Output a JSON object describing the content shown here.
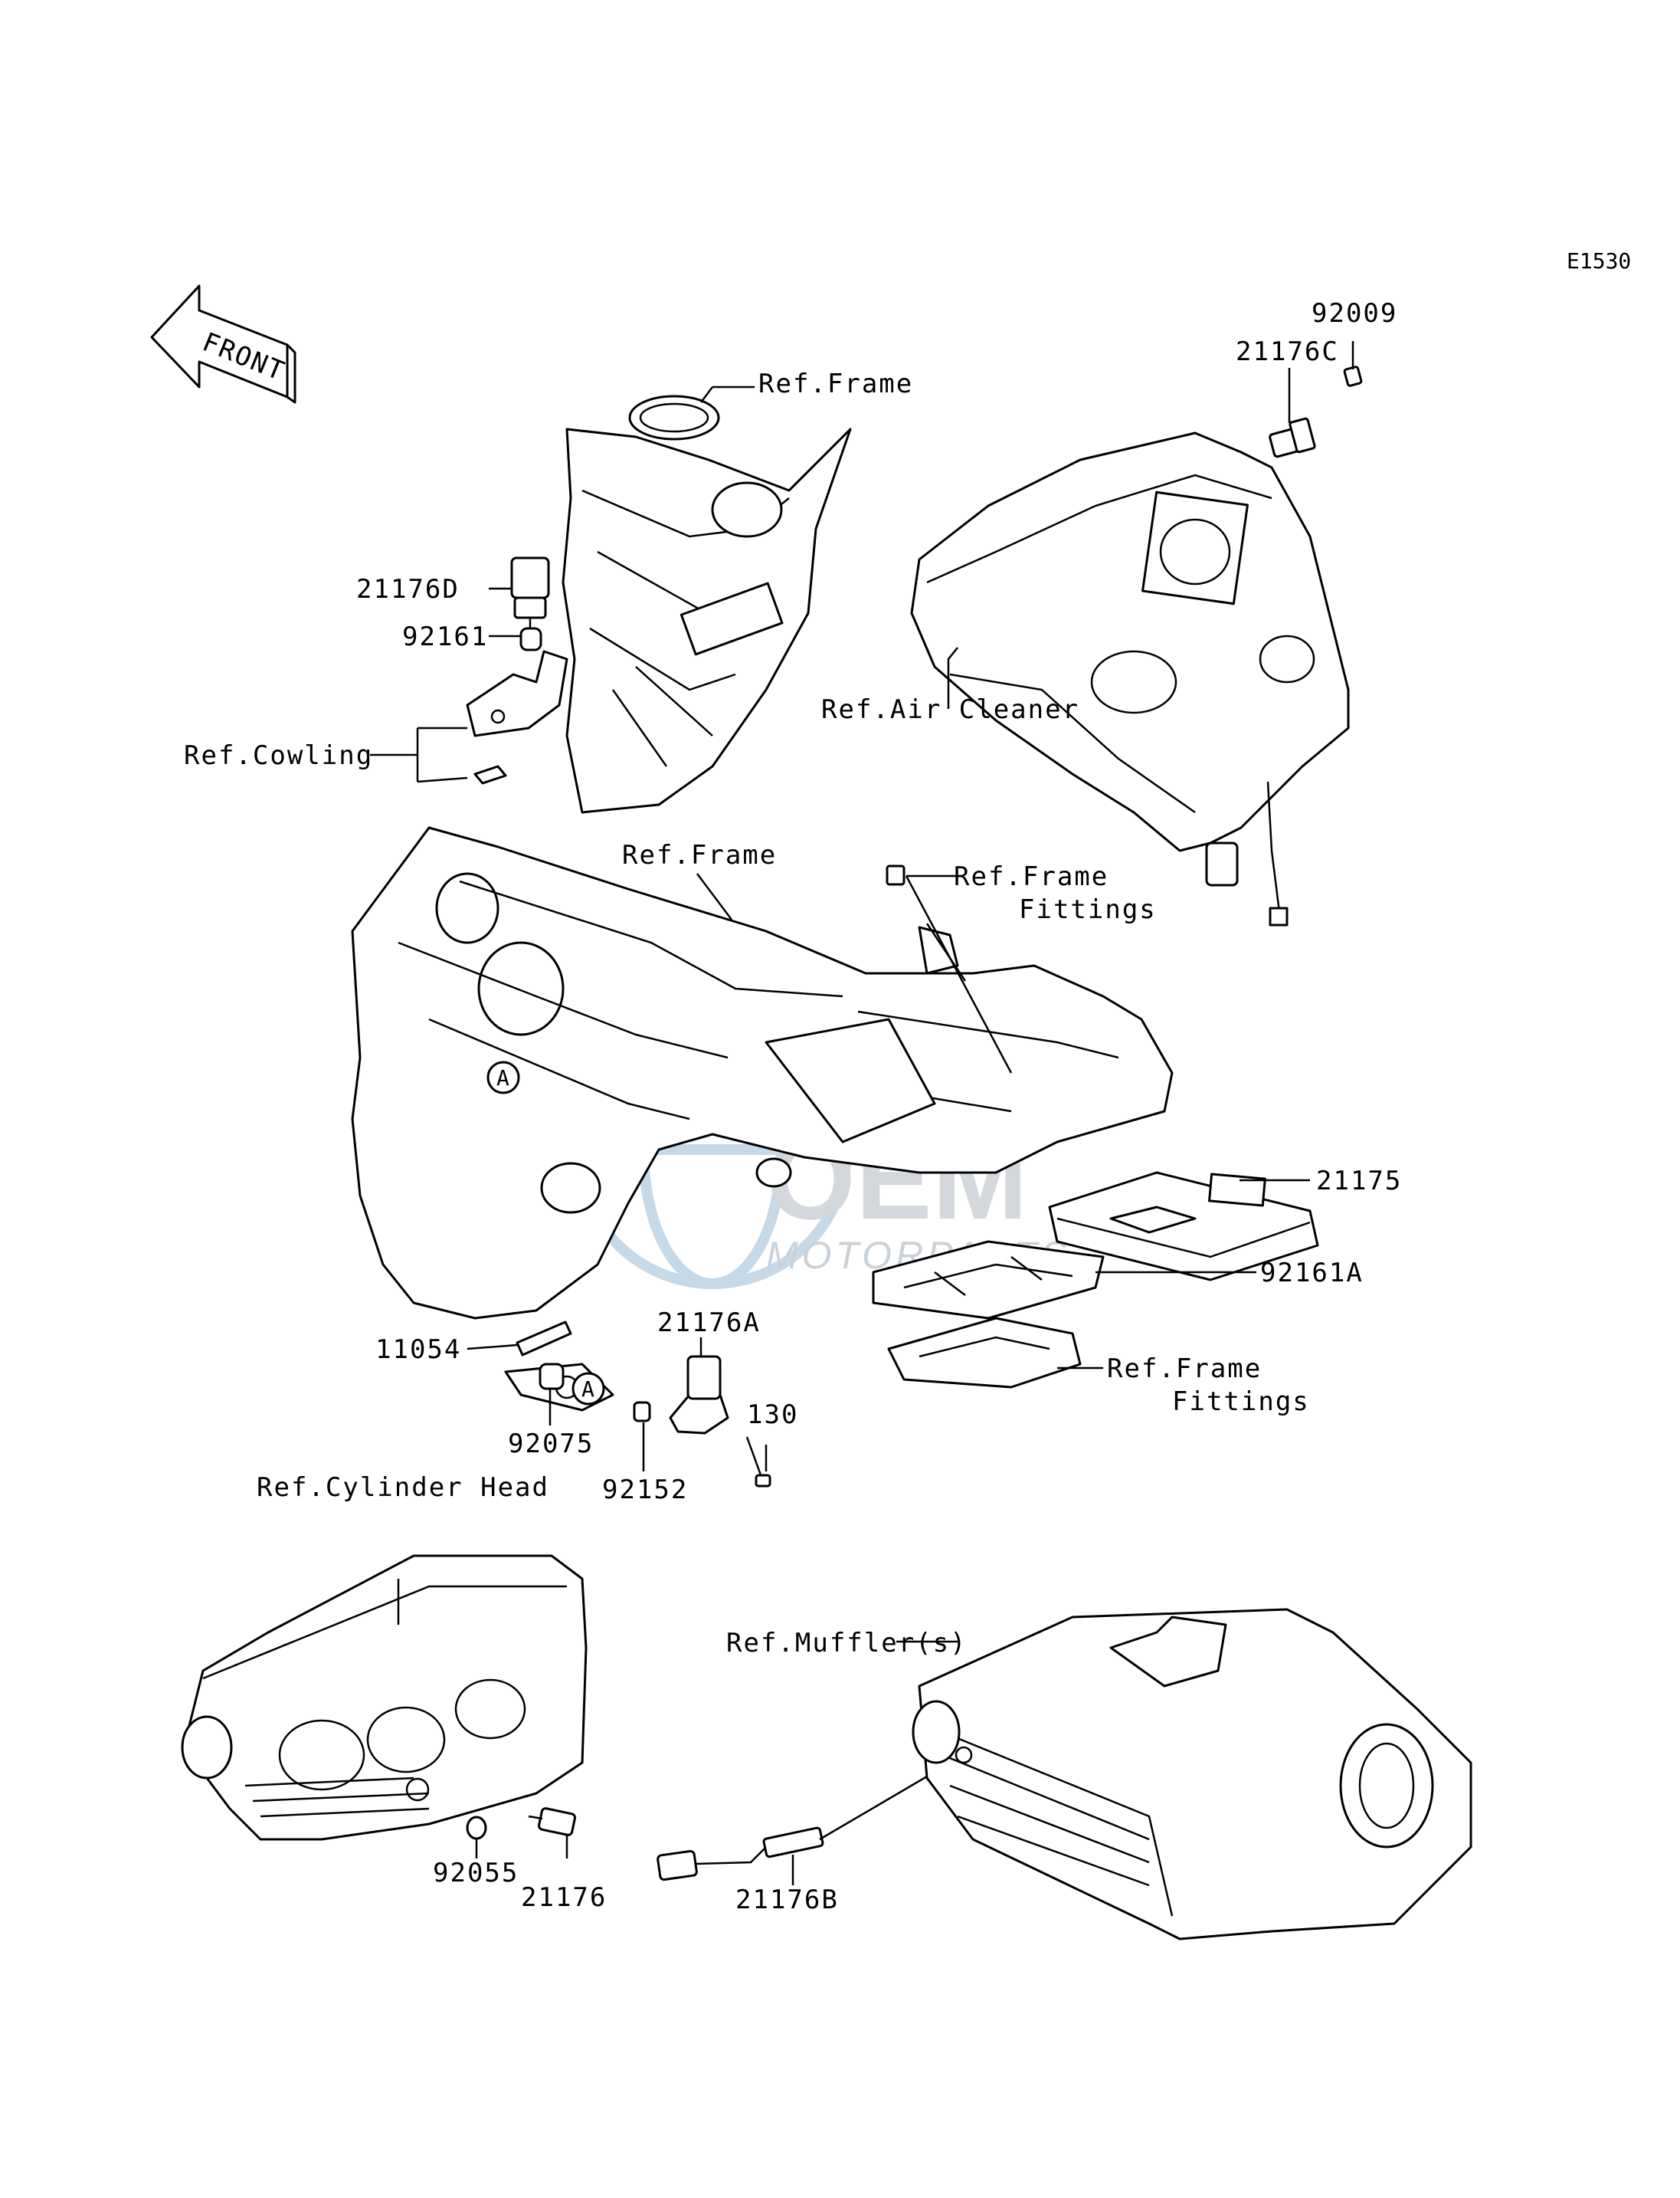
{
  "diagram": {
    "code": "E1530",
    "front_label": "FRONT",
    "watermark": {
      "main": "OEM",
      "sub": "MOTORPARTS"
    },
    "callout_marker": "A",
    "labels": {
      "p92009": "92009",
      "p21176C": "21176C",
      "ref_frame_top": "Ref.Frame",
      "p21176D": "21176D",
      "p92161": "92161",
      "ref_cowling": "Ref.Cowling",
      "ref_air_cleaner": "Ref.Air Cleaner",
      "ref_frame_mid": "Ref.Frame",
      "ref_frame_fittings_top_1": "Ref.Frame",
      "ref_frame_fittings_top_2": "Fittings",
      "p21175": "21175",
      "p92161A": "92161A",
      "ref_frame_fittings_bot_1": "Ref.Frame",
      "ref_frame_fittings_bot_2": "Fittings",
      "p11054": "11054",
      "p21176A": "21176A",
      "p92075": "92075",
      "p130": "130",
      "p92152": "92152",
      "ref_cylinder_head": "Ref.Cylinder Head",
      "ref_mufflers": "Ref.Muffler(s)",
      "p92055": "92055",
      "p21176": "21176",
      "p21176B": "21176B"
    }
  }
}
